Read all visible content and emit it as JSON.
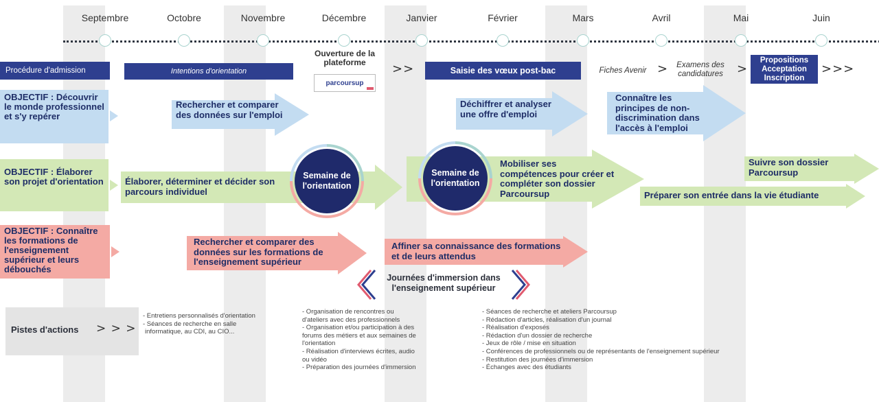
{
  "months": [
    "Septembre",
    "Octobre",
    "Novembre",
    "Décembre",
    "Janvier",
    "Février",
    "Mars",
    "Avril",
    "Mai",
    "Juin"
  ],
  "admission": {
    "label": "Procédure d'admission",
    "intentions": "Intentions d'orientation",
    "ouverture": "Ouverture de la plateforme",
    "logo_text": "parcoursup",
    "voeux": "Saisie des vœux post-bac",
    "fiches": "Fiches Avenir",
    "examens": "Examens des candidatures",
    "propositions": [
      "Propositions",
      "Acceptation",
      "Inscription"
    ],
    "chevrons": ">>",
    "chevron_single": ">",
    "chevrons_end": ">>>"
  },
  "objectives": [
    {
      "label": "OBJECTIF : Découvrir le monde professionnel et s'y repérer",
      "color": "#c3dcf1"
    },
    {
      "label": "OBJECTIF : Élaborer son projet d'orientation",
      "color": "#d3e8b6"
    },
    {
      "label": "OBJECTIF : Connaître les formations de l'enseignement supérieur et leurs débouchés",
      "color": "#f4aaa4"
    }
  ],
  "arrows": {
    "blue1": "Rechercher et comparer des données sur l'emploi",
    "blue2": "Déchiffrer et analyser une offre d'emploi",
    "blue3": "Connaître les principes de non-discrimination dans l'accès à l'emploi",
    "green1": "Élaborer, déterminer et décider son parcours individuel",
    "green2": "Mobiliser ses compétences pour créer et compléter son dossier Parcoursup",
    "green3": "Préparer son entrée dans la vie étudiante",
    "green4": "Suivre son dossier Parcoursup",
    "red1": "Rechercher et comparer des données sur les formations de l'enseignement supérieur",
    "red2": "Affiner sa connaissance des formations et de leurs attendus"
  },
  "semaine": "Semaine de l'orientation",
  "immersion": "Journées d'immersion dans l'enseignement supérieur",
  "pistes": {
    "label": "Pistes d'actions",
    "chevrons": "> > >",
    "col1": [
      "- Entretiens personnalisés d'orientation",
      "- Séances de recherche en salle",
      "informatique, au CDI, au CIO..."
    ],
    "col2": [
      "- Organisation de rencontres ou",
      "d'ateliers avec des professionnels",
      "- Organisation et/ou participation à des",
      "forums des métiers et aux semaines de",
      "l'orientation",
      "- Réalisation d'interviews écrites, audio",
      "ou vidéo",
      "- Préparation des journées d'immersion"
    ],
    "col3": [
      "- Séances de recherche et ateliers Parcoursup",
      "- Rédaction d'articles, réalisation d'un journal",
      "- Réalisation d'exposés",
      "- Rédaction d'un dossier de recherche",
      "- Jeux de rôle / mise en situation",
      "- Conférences de professionnels ou de représentants de l'enseignement supérieur",
      "- Restitution des journées d'immersion",
      "- Échanges avec des étudiants"
    ]
  },
  "colors": {
    "navy": "#2e3f8f",
    "dark_circle": "#1f2a6b",
    "blue": "#c3dcf1",
    "green": "#d3e8b6",
    "red": "#f4aaa4"
  }
}
